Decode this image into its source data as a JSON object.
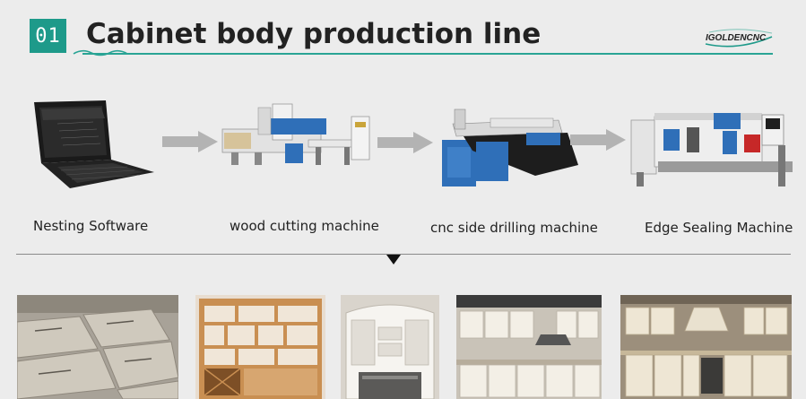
{
  "header": {
    "number": "01",
    "title": "Cabinet body production line",
    "logo_text": "IGOLDENCNC"
  },
  "process_steps": [
    {
      "label": "Nesting Software",
      "icon": "laptop-icon"
    },
    {
      "label": "wood cutting machine",
      "icon": "cnc-router-icon"
    },
    {
      "label": "cnc side drilling machine",
      "icon": "side-drill-icon"
    },
    {
      "label": "Edge Sealing Machine",
      "icon": "edge-bander-icon"
    }
  ],
  "colors": {
    "accent": "#1e9a8a",
    "machine_blue": "#2f6fb8",
    "arrow_gray": "#b3b3b3"
  },
  "photos": [
    {
      "name": "cut-panels-photo"
    },
    {
      "name": "wood-wall-cabinet-photo"
    },
    {
      "name": "white-bookcase-photo"
    },
    {
      "name": "white-kitchen-photo"
    },
    {
      "name": "cream-kitchen-photo"
    }
  ]
}
